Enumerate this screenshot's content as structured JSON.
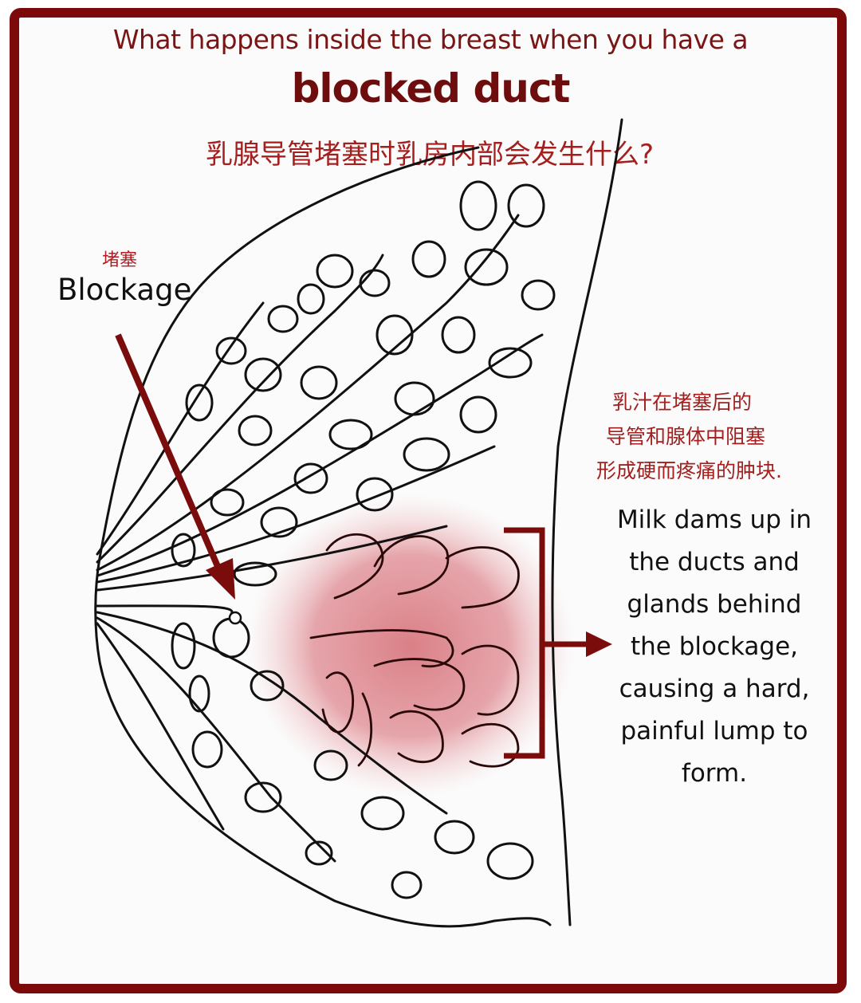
{
  "header": {
    "title_line1": "What happens inside the breast when you have a",
    "title_line2": "blocked duct",
    "title_cn": "乳腺导管堵塞时乳房内部会发生什么?"
  },
  "labels": {
    "blockage_cn": "堵塞",
    "blockage_en": "Blockage"
  },
  "explanation": {
    "cn_lines": [
      "乳汁在堵塞后的",
      "导管和腺体中阻塞",
      "形成硬而疼痛的肿块."
    ],
    "en_lines": [
      "Milk dams up in",
      "the ducts and",
      "glands behind",
      "the blockage,",
      "causing a hard,",
      "painful lump to",
      "form."
    ]
  },
  "colors": {
    "frame": "#7d0a0a",
    "accent_text": "#a3201f",
    "arrow": "#7a0c0c",
    "inflamed_region": "#d9737a",
    "line_art": "#111111"
  },
  "icons": {
    "blockage_arrow": "arrow-down-right-icon",
    "bracket_arrow": "arrow-right-icon",
    "blockage_point": "circle-marker-icon"
  }
}
